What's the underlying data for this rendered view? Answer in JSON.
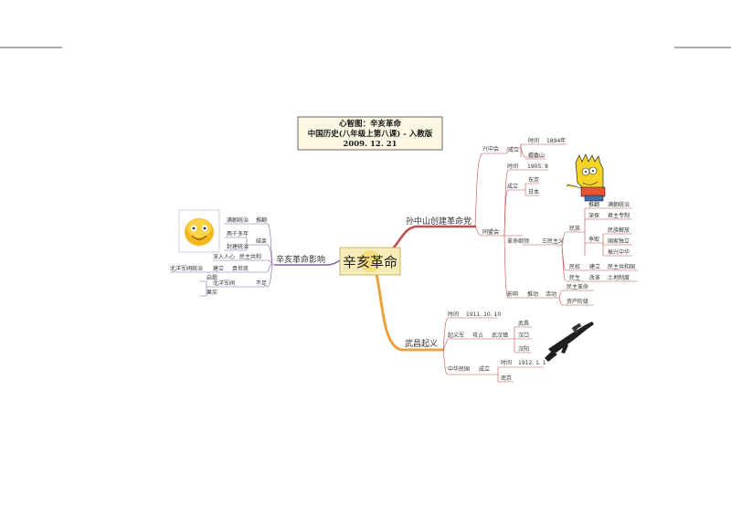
{
  "title": {
    "line1": "心智图：辛亥革命",
    "line2": "中国历史(八年级上第八课) - 入教版",
    "line3": "2009. 12. 21"
  },
  "center": "辛亥革命",
  "branches": {
    "party": "孙中山创建革命党",
    "uprising": "武昌起义",
    "impact": "辛亥革命影响"
  },
  "party": {
    "xzh": "兴中会",
    "xzh_found": "成立",
    "xzh_time": "时间",
    "xzh_year": "1894年",
    "xzh_place": "檀香山",
    "tmh": "同盟会",
    "tmh_time": "时间",
    "tmh_date": "1905. 8",
    "tmh_found": "成立",
    "tokyo": "东京",
    "japan": "日本",
    "program": "革命纲领",
    "three": "三民主义",
    "minzu": "民族",
    "tuifan": "推翻",
    "qing": "满朝统治",
    "plunder": "深探",
    "autocracy": "君主专制",
    "strive": "争取",
    "liberation": "民族解放",
    "independence": "国家独立",
    "revive": "振兴中华",
    "minquan": "民权",
    "build": "建立",
    "republic": "民主共和国",
    "minsheng": "民生",
    "reform": "改革",
    "land": "土地制度",
    "influence": "影响",
    "promote": "推动",
    "activity": "活动",
    "democratic_rev": "民主革命",
    "bourgeoisie": "资产阶级"
  },
  "uprising": {
    "time": "时间",
    "date": "1911. 10. 10",
    "army": "起义军",
    "attack": "攻占",
    "wuhan": "武汉镇",
    "wuchang": "武昌",
    "hankou": "汉口",
    "hanyang": "汉阳",
    "roc": "中华民国",
    "found": "成立",
    "time2": "时间",
    "date2": "1912. 1. 1",
    "nanjing": "南京"
  },
  "impact": {
    "overthrow": "推翻",
    "qing_rule": "满朝统治",
    "end": "结束",
    "two_thousand": "两千多年",
    "feudal": "封建统治",
    "popular": "深入人心",
    "democracy": "民主共和",
    "establish": "建立",
    "yuan": "袁世凯",
    "beiyang": "北洋军阀统治",
    "insufficient": "不足",
    "beiyang_army": "北洋军阀",
    "enlighten": "启歌",
    "result": "果实"
  },
  "colors": {
    "red": "#c0504d",
    "orange": "#e8a33c",
    "purple": "#8064a2",
    "title_bg": "#fbf7e3",
    "center_bg": "#f7ecb8"
  }
}
